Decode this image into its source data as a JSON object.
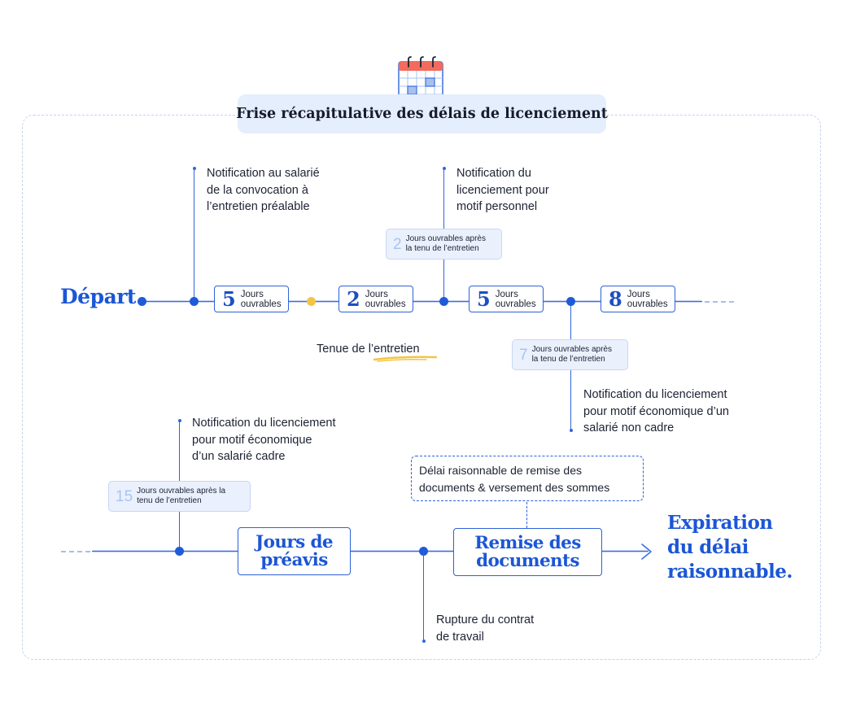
{
  "title": "Frise récapitulative des délais de licenciement",
  "start_label": "Départ",
  "end_label": [
    "Expiration",
    "du délai",
    "raisonnable."
  ],
  "interview_label": "Tenue de l’entretien",
  "day_unit": [
    "Jours",
    "ouvrables"
  ],
  "day_boxes": [
    {
      "num": "5"
    },
    {
      "num": "2"
    },
    {
      "num": "5"
    },
    {
      "num": "8"
    }
  ],
  "notes": [
    {
      "num": "2",
      "text": [
        "Jours ouvrables après",
        "la tenu de l’entretien"
      ]
    },
    {
      "num": "7",
      "text": [
        "Jours ouvrables après",
        "la tenu de l’entretien"
      ]
    },
    {
      "num": "15",
      "text": [
        "Jours ouvrables après la",
        "tenu de l’entretien"
      ]
    }
  ],
  "paragraphs": {
    "convocation": [
      "Notification au salarié",
      "de la convocation à",
      "l’entretien préalable"
    ],
    "personal": [
      "Notification du",
      "licenciement pour",
      "motif personnel"
    ],
    "economic_non_cadre": [
      "Notification du licenciement",
      "pour motif économique d’un",
      "salarié non cadre"
    ],
    "economic_cadre": [
      "Notification du licenciement",
      "pour motif économique",
      "d’un salarié cadre"
    ],
    "rupture": [
      "Rupture du contrat",
      "de travail"
    ]
  },
  "preavis": [
    "Jours de",
    "préavis"
  ],
  "remise": [
    "Remise des",
    "documents"
  ],
  "reasonable": [
    "Délai raisonnable de remise des",
    "documents & versement des sommes"
  ],
  "colors": {
    "accent": "#1b56d5",
    "line": "#3a6ee0",
    "highlight": "#f5c443",
    "note_bg": "#eaf1fd",
    "title_bg": "#e4eefc"
  }
}
